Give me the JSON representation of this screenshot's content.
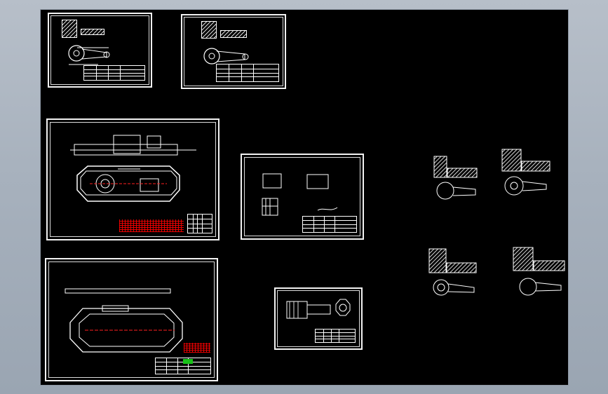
{
  "app": {
    "name": ""
  },
  "canvas": {
    "background": "#000000",
    "frame_color": "#8e98a5"
  },
  "drawing_sheets": [
    {
      "name": "top-left-sheet"
    },
    {
      "name": "top-middle-sheet"
    },
    {
      "name": "assembly-sheet"
    },
    {
      "name": "center-sheet"
    },
    {
      "name": "bottom-left-sheet"
    },
    {
      "name": "bottom-middle-sheet"
    }
  ],
  "sample_views": [
    {
      "name": "right-view-1"
    },
    {
      "name": "right-view-2"
    },
    {
      "name": "right-view-3"
    },
    {
      "name": "right-view-4"
    }
  ],
  "colors": {
    "sheet_line": "#f2f2f2",
    "accent_red": "#ff1f1f",
    "accent_green": "#18c218",
    "white": "#ffffff"
  }
}
